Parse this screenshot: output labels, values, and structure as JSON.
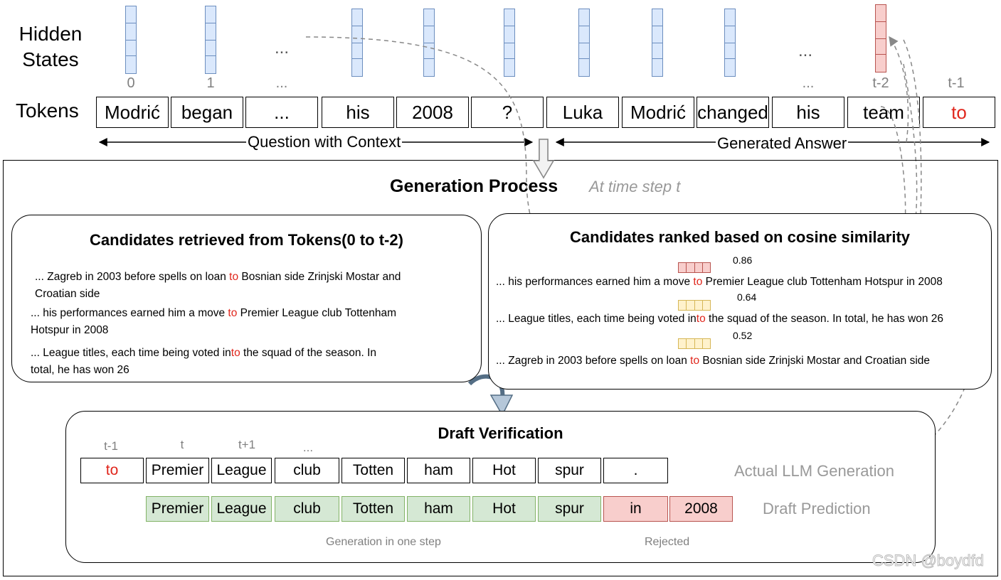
{
  "header": {
    "hidden_states_line1": "Hidden",
    "hidden_states_line2": "States",
    "tokens_label": "Tokens",
    "indices": [
      "0",
      "1",
      "...",
      "...",
      "t-2",
      "t-1"
    ],
    "hs_ellipsis": [
      "...",
      "..."
    ],
    "tokens": [
      "Modrić",
      "began",
      "...",
      "his",
      "2008",
      "?",
      "Luka",
      "Modrić",
      "changed",
      "his",
      "team",
      "to"
    ],
    "question_label": "Question with Context",
    "answer_label": "Generated Answer"
  },
  "generation": {
    "title": "Generation Process",
    "subtitle": "At time step t"
  },
  "left_panel": {
    "title": "Candidates retrieved from Tokens(0 to t-2)",
    "c1_a": " ...  Zagreb in 2003 before spells on loan ",
    "c1_red": "to",
    "c1_b": " Bosnian side Zrinjski Mostar and",
    "c1_c": "Croatian side",
    "c2_a": "... his performances earned him a move ",
    "c2_red": "to",
    "c2_b": " Premier League club Tottenham",
    "c2_c": "Hotspur in 2008",
    "c3_a": "... League titles, each time being voted in",
    "c3_red": "to",
    "c3_b": " the squad of the season. In",
    "c3_c": "total, he has won 26"
  },
  "right_panel": {
    "title": "Candidates ranked based on cosine similarity",
    "scores": [
      "0.86",
      "0.64",
      "0.52"
    ],
    "r1_a": "... his performances earned him a move ",
    "r1_red": "to",
    "r1_b": " Premier League club Tottenham Hotspur in 2008",
    "r2_a": "... League titles, each time being voted in",
    "r2_red": "to",
    "r2_b": " the squad of the season. In total, he has won 26",
    "r3_a": "...  Zagreb in 2003 before spells on loan ",
    "r3_red": "to",
    "r3_b": " Bosnian side Zrinjski Mostar and Croatian side"
  },
  "draft": {
    "title": "Draft Verification",
    "indices": [
      "t-1",
      "t",
      "t+1",
      "..."
    ],
    "actual": [
      "to",
      "Premier",
      "League",
      "club",
      "Totten",
      "ham",
      "Hot",
      "spur",
      "."
    ],
    "prediction": [
      "Premier",
      "League",
      "club",
      "Totten",
      "ham",
      "Hot",
      "spur",
      "in",
      "2008"
    ],
    "actual_label": "Actual LLM Generation",
    "prediction_label": "Draft Prediction",
    "one_step_label": "Generation in one step",
    "rejected_label": "Rejected"
  },
  "watermark": "CSDN @boydfd",
  "colors": {
    "highlight_red": "#e0261c",
    "vector_blue": "#dae8fc",
    "vector_red": "#f8cecc",
    "vector_yellow": "#fff2cc",
    "accept_green": "#d5e8d4",
    "reject_red": "#f8cecc"
  }
}
